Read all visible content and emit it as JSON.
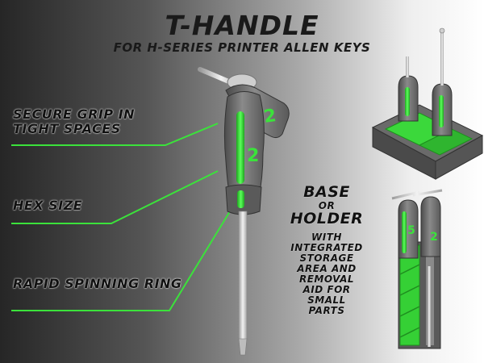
{
  "header": {
    "title": "T-HANDLE",
    "subtitle": "FOR H-SERIES PRINTER ALLEN KEYS"
  },
  "callouts": [
    {
      "label": "SECURE GRIP IN TIGHT SPACES"
    },
    {
      "label": "HEX SIZE"
    },
    {
      "label": "RAPID SPINNING RING"
    }
  ],
  "base": {
    "title_line1": "BASE",
    "title_or": "OR",
    "title_line2": "HOLDER",
    "description": "WITH INTEGRATED STORAGE AREA AND REMOVAL AID FOR SMALL PARTS"
  },
  "handle_size_mark": "2",
  "colors": {
    "accent": "#3be23b",
    "body": "#6f6f6f",
    "shaft": "#d9d9d9"
  }
}
